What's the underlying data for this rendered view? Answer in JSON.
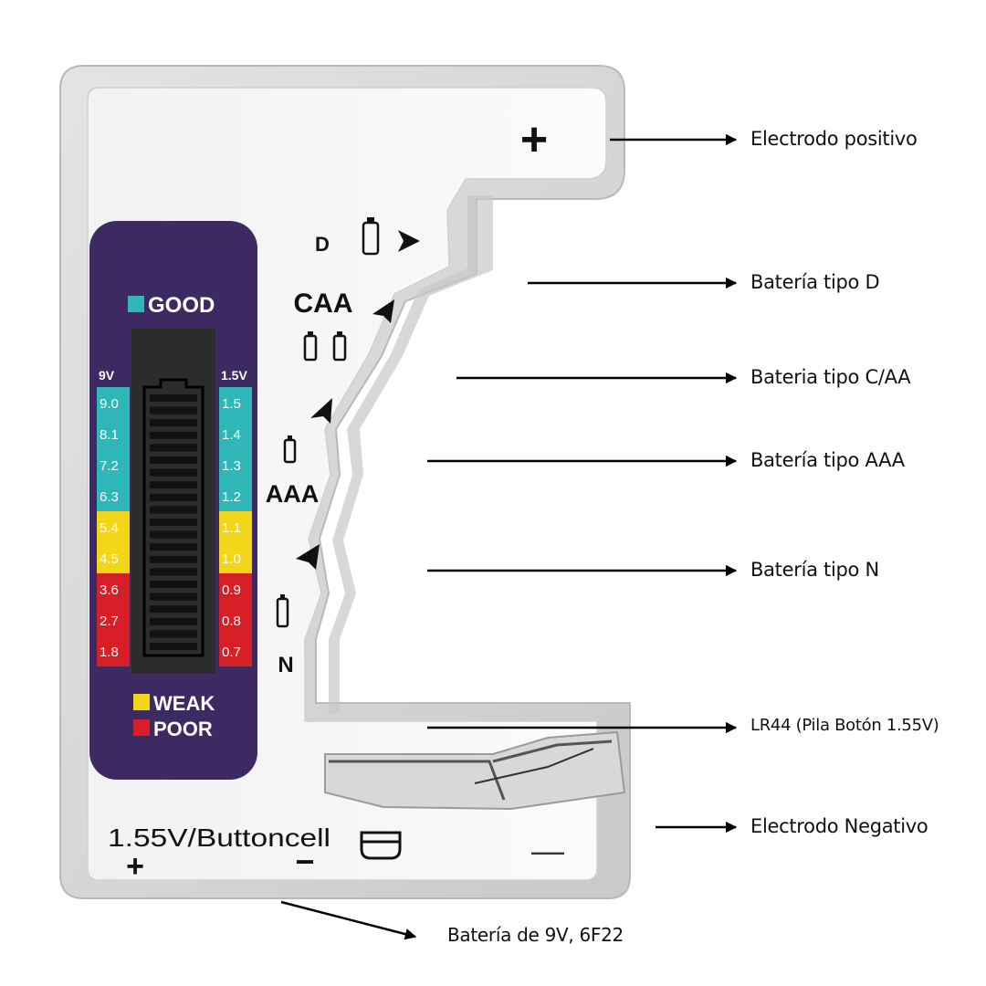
{
  "device": {
    "plus_symbol": "+",
    "battery_types": {
      "d": "D",
      "caa": "CAA",
      "aaa": "AAA",
      "n": "N"
    },
    "bottom_label": "1.55V/Buttoncell",
    "bottom_plus": "+",
    "bottom_minus": "−",
    "right_minus": "—"
  },
  "meter": {
    "good_label": "GOOD",
    "weak_label": "WEAK",
    "poor_label": "POOR",
    "left_header": "9V",
    "right_header": "1.5V",
    "left_scale": [
      "9.0",
      "8.1",
      "7.2",
      "6.3",
      "5.4",
      "4.5",
      "3.6",
      "2.7",
      "1.8"
    ],
    "right_scale": [
      "1.5",
      "1.4",
      "1.3",
      "1.2",
      "1.1",
      "1.0",
      "0.9",
      "0.8",
      "0.7"
    ],
    "scale_levels": [
      "good",
      "good",
      "good",
      "good",
      "weak",
      "weak",
      "poor",
      "poor",
      "poor"
    ],
    "colors": {
      "panel": "#3d2a63",
      "good": "#2fb7b7",
      "weak": "#f3d61a",
      "poor": "#d61f26",
      "display": "#2c2c2c"
    }
  },
  "callouts": [
    {
      "id": "positive",
      "label": "Electrodo positivo"
    },
    {
      "id": "d",
      "label": "Batería tipo D"
    },
    {
      "id": "caa",
      "label": "Bateria tipo C/AA"
    },
    {
      "id": "aaa",
      "label": "Batería tipo AAA"
    },
    {
      "id": "n",
      "label": "Batería tipo N"
    },
    {
      "id": "lr44",
      "label": "LR44 (Pila Botón 1.55V)"
    },
    {
      "id": "negative",
      "label": "Electrodo Negativo"
    },
    {
      "id": "9v",
      "label": "Batería de 9V, 6F22"
    }
  ]
}
